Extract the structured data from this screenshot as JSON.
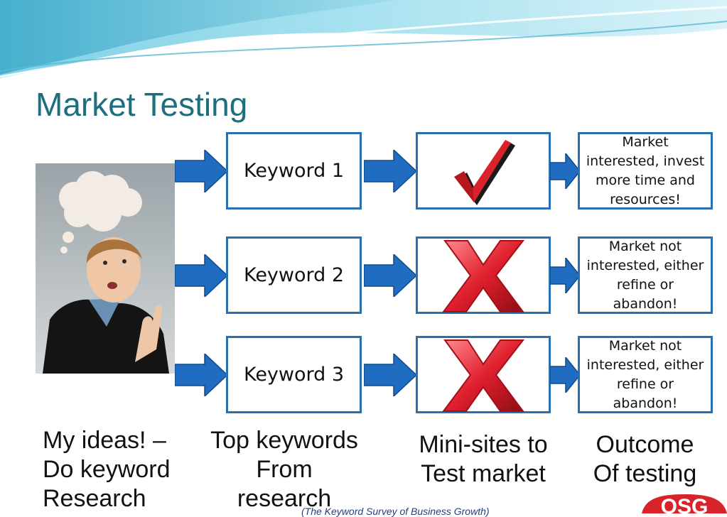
{
  "slide": {
    "title": "Market Testing"
  },
  "rows": [
    {
      "keyword": "Keyword 1",
      "result_icon": "checkmark-icon",
      "outcome": [
        "Market",
        "interested, invest",
        "more time and",
        "resources!"
      ]
    },
    {
      "keyword": "Keyword 2",
      "result_icon": "cross-icon",
      "outcome": [
        "Market not",
        "interested, either",
        "refine or",
        "abandon!"
      ]
    },
    {
      "keyword": "Keyword 3",
      "result_icon": "cross-icon",
      "outcome": [
        "Market not",
        "interested, either",
        "refine or",
        "abandon!"
      ]
    }
  ],
  "captions": {
    "ideas": [
      "My ideas! –",
      "Do keyword",
      "Research"
    ],
    "keywords": [
      "Top keywords",
      "From research"
    ],
    "minisites": [
      "Mini-sites to",
      "Test market"
    ],
    "outcome": [
      "Outcome",
      "Of testing"
    ]
  },
  "footer": {
    "text": "(The Keyword Survey of Business Growth)",
    "logo_text": "OSG"
  },
  "colors": {
    "title": "#1d6f7d",
    "box_border": "#2a6fb0",
    "arrow": "#1f6cc1",
    "check": "#d8232a",
    "cross": "#e0202e"
  }
}
